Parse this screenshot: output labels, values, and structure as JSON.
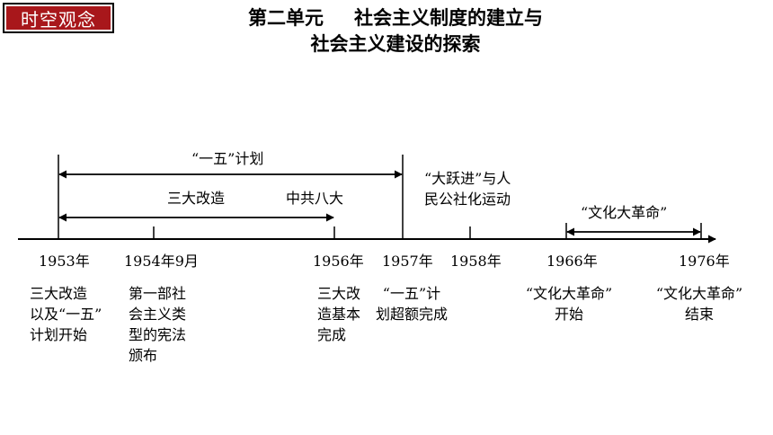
{
  "badge": {
    "label": "时空观念"
  },
  "title": {
    "unit": "第二单元",
    "line1": "社会主义制度的建立与",
    "line2": "社会主义建设的探索"
  },
  "spans": {
    "first_plan": "“一五”计划",
    "three_reforms": "三大改造",
    "eighth_congress": "中共八大",
    "great_leap": [
      "“大跃进”与人",
      "民公社化运动"
    ],
    "cultural_revolution": "“文化大革命”"
  },
  "years": [
    "1953年",
    "1954年9月",
    "1956年",
    "1957年",
    "1958年",
    "1966年",
    "1976年"
  ],
  "events": [
    [
      "三大改造",
      "以及“一五”",
      "计划开始"
    ],
    [
      "第一部社",
      "会主义类",
      "型的宪法",
      "颁布"
    ],
    [
      "三大改",
      "造基本",
      "完成"
    ],
    [
      "“一五”计",
      "划超额完成"
    ],
    [
      "“文化大革命”",
      "开始"
    ],
    [
      "“文化大革命”",
      "结束"
    ]
  ]
}
